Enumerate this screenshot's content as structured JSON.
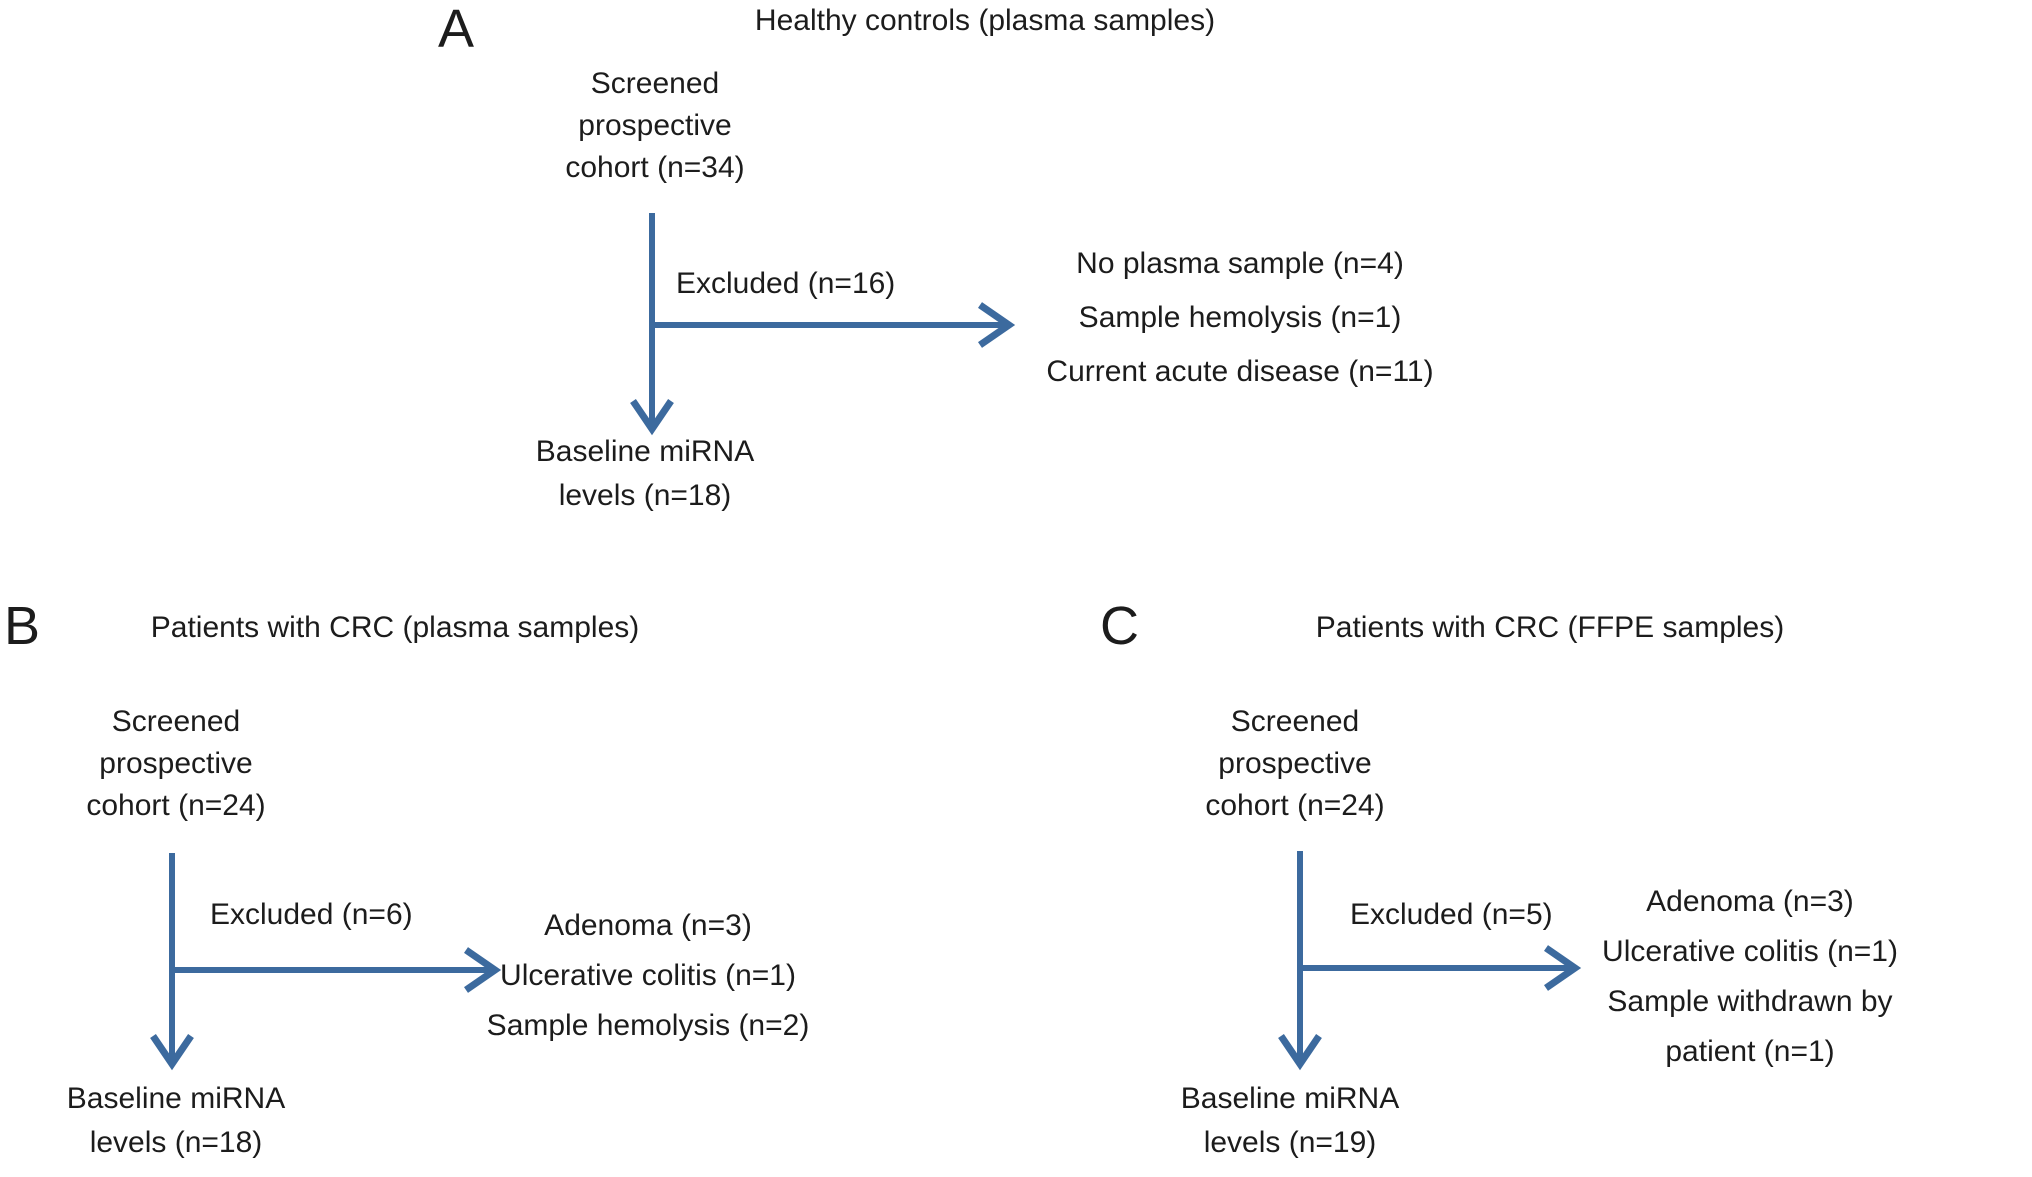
{
  "colors": {
    "arrow": "#3c6a9e",
    "text": "#1c1c1c",
    "background": "#ffffff"
  },
  "panels": [
    {
      "label": "A",
      "title": "Healthy controls (plasma samples)",
      "cohort_lines": [
        "Screened",
        "prospective",
        "cohort (n=34)"
      ],
      "excluded_label": "Excluded (n=16)",
      "exclusion_lines": [
        "No plasma sample (n=4)",
        "Sample hemolysis (n=1)",
        "Current acute disease (n=11)"
      ],
      "outcome_lines": [
        "Baseline miRNA",
        "levels (n=18)"
      ]
    },
    {
      "label": "B",
      "title": "Patients with CRC (plasma samples)",
      "cohort_lines": [
        "Screened",
        "prospective",
        "cohort (n=24)"
      ],
      "excluded_label": "Excluded (n=6)",
      "exclusion_lines": [
        "Adenoma (n=3)",
        "Ulcerative colitis (n=1)",
        "Sample hemolysis (n=2)"
      ],
      "outcome_lines": [
        "Baseline miRNA",
        "levels (n=18)"
      ]
    },
    {
      "label": "C",
      "title": "Patients with CRC (FFPE samples)",
      "cohort_lines": [
        "Screened",
        "prospective",
        "cohort (n=24)"
      ],
      "excluded_label": "Excluded (n=5)",
      "exclusion_lines": [
        "Adenoma (n=3)",
        "Ulcerative colitis (n=1)",
        "Sample withdrawn by",
        "patient (n=1)"
      ],
      "outcome_lines": [
        "Baseline miRNA",
        "levels (n=19)"
      ]
    }
  ]
}
